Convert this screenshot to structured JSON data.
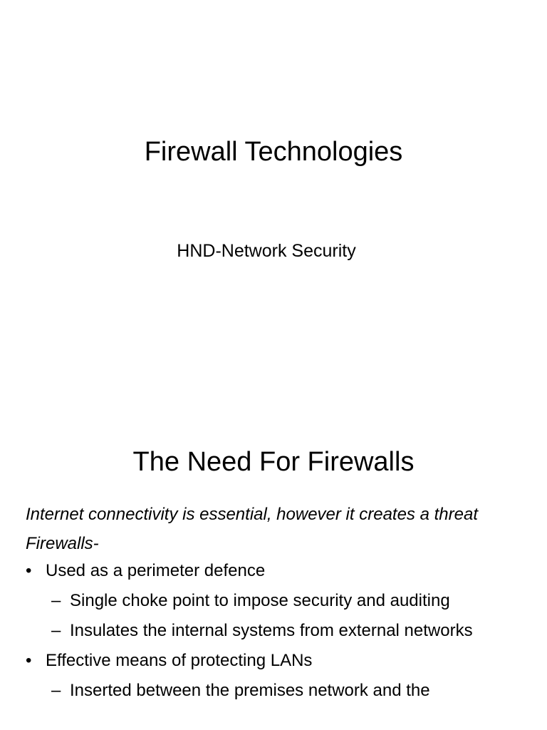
{
  "slide1": {
    "title": "Firewall Technologies",
    "subtitle": "HND-Network Security"
  },
  "slide2": {
    "title": "The Need For Firewalls",
    "intro": "Internet connectivity is essential, however it creates a threat",
    "label": "Firewalls-",
    "bullet_symbol": "•",
    "sub_symbol": "–",
    "bullets": [
      {
        "text": "Used as a perimeter defence",
        "subs": [
          "Single choke point to impose security and auditing",
          "Insulates the internal systems from external networks"
        ]
      },
      {
        "text": "Effective means of protecting LANs",
        "subs": [
          "Inserted between the premises network and the"
        ]
      }
    ]
  }
}
